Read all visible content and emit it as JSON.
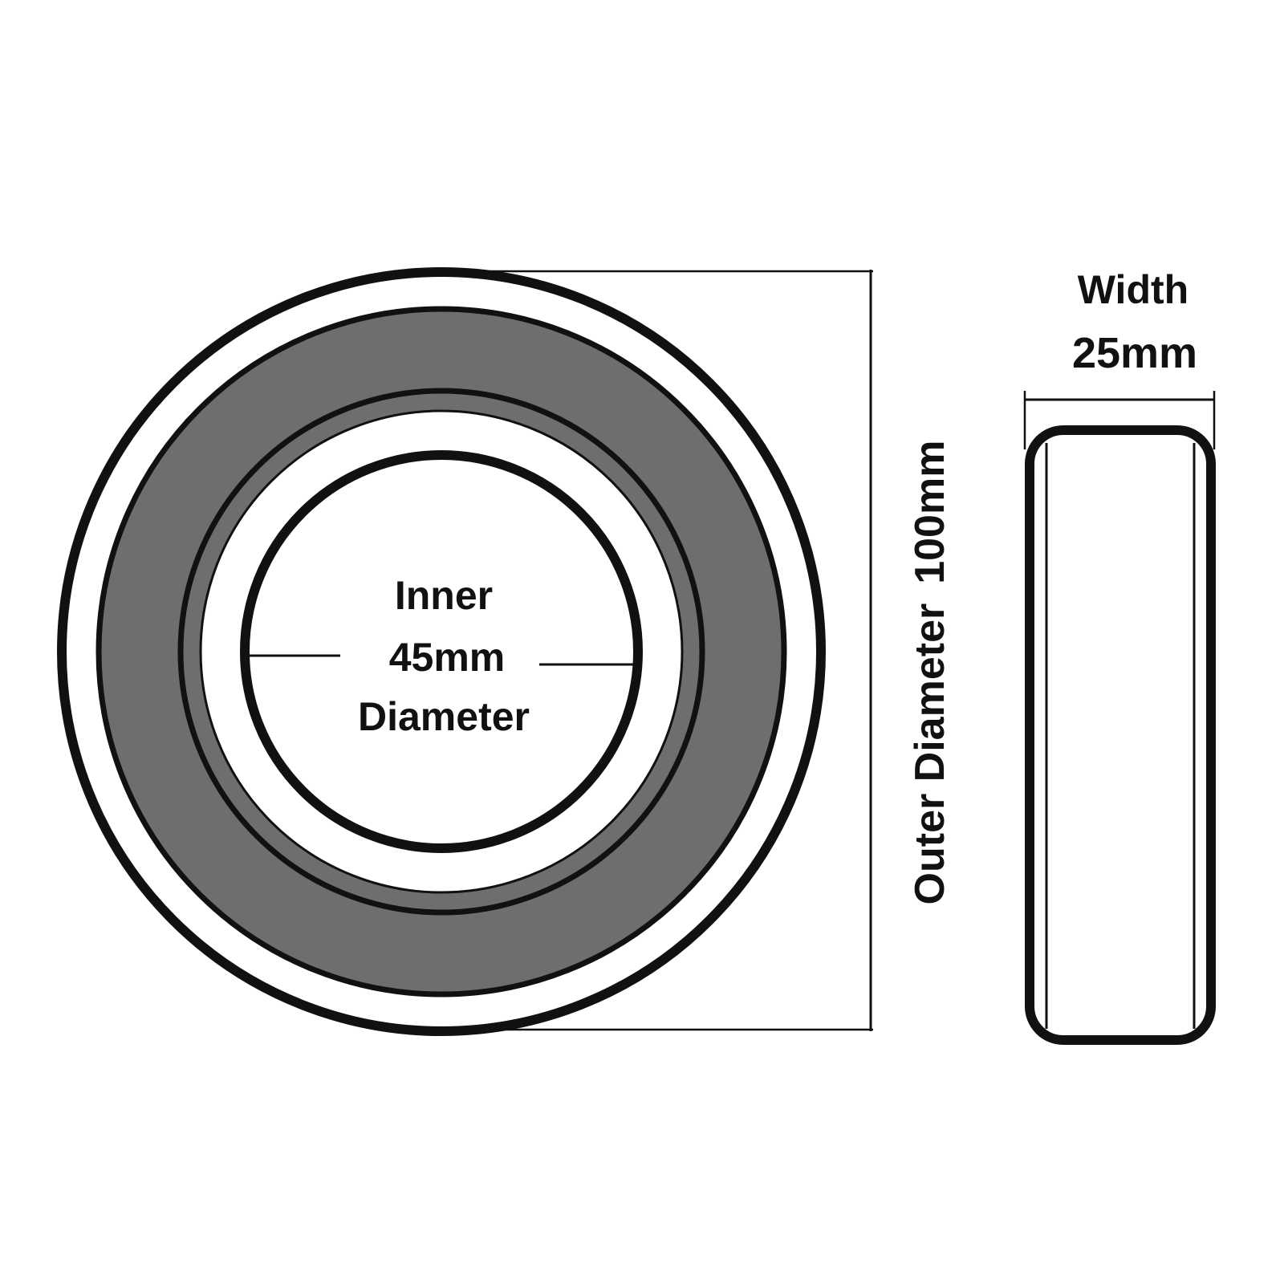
{
  "colors": {
    "stroke": "#111111",
    "ring_fill": "#6e6e70",
    "background": "#ffffff"
  },
  "front_view": {
    "inner_label_line1": "Inner",
    "inner_value": "45mm",
    "inner_label_line2": "Diameter",
    "outer_label": "Outer Diameter",
    "outer_value": "100mm"
  },
  "side_view": {
    "width_label": "Width",
    "width_value": "25mm"
  }
}
